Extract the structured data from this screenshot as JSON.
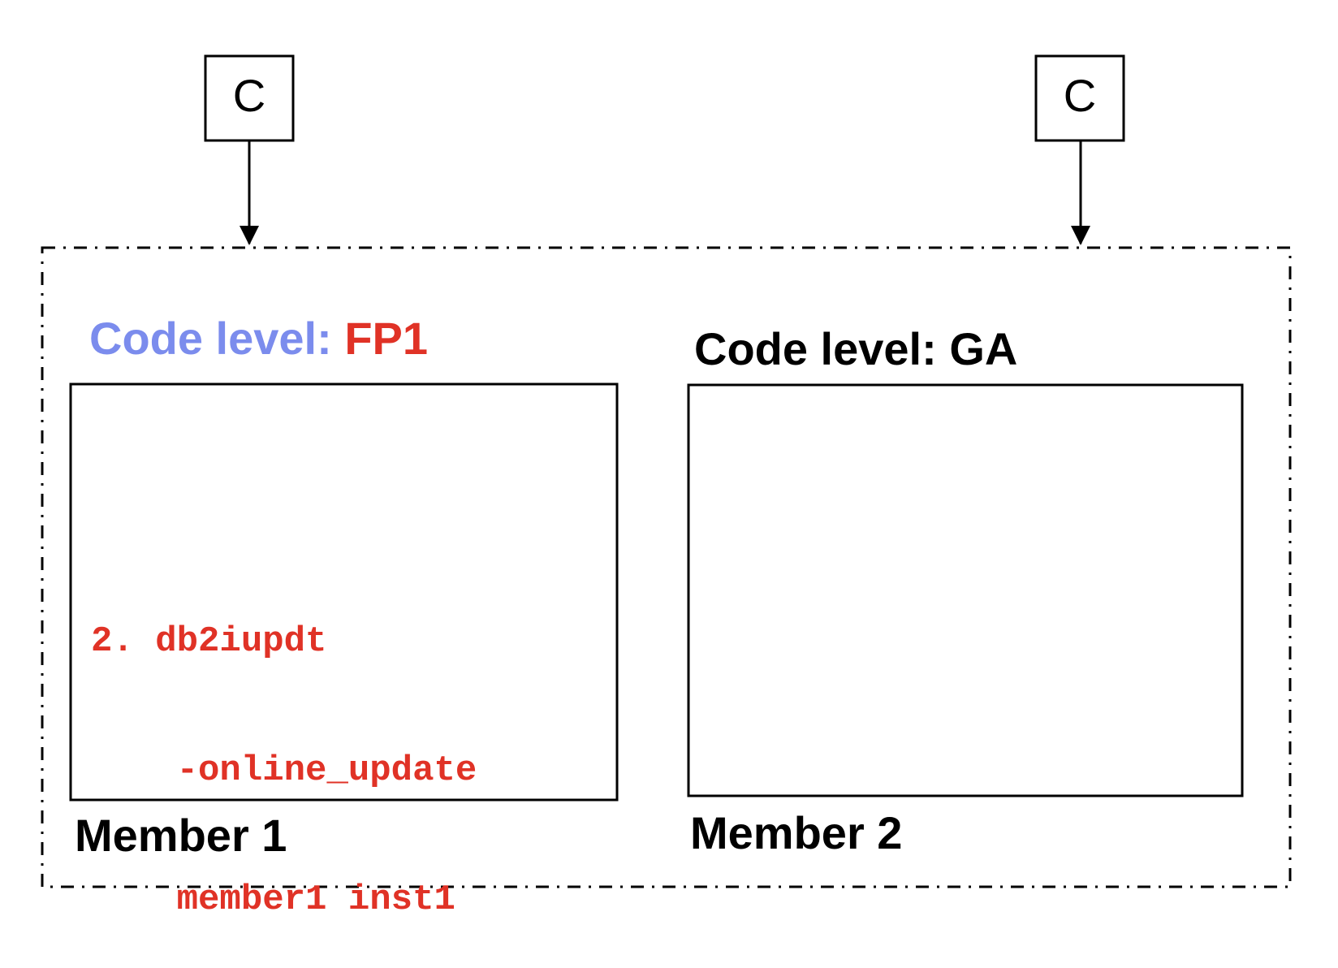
{
  "clients": [
    {
      "label": "C"
    },
    {
      "label": "C"
    }
  ],
  "member1": {
    "code_level_prefix": "Code level: ",
    "code_level_value": "FP1",
    "command_lines": [
      "2. db2iupdt",
      "    -online_update",
      "    member1 inst1"
    ],
    "name": "Member 1"
  },
  "member2": {
    "code_level": "Code level: GA",
    "name": "Member 2"
  },
  "colors": {
    "prefix_blue": "#7b8ced",
    "highlight_red": "#e03226",
    "line": "#000000"
  }
}
